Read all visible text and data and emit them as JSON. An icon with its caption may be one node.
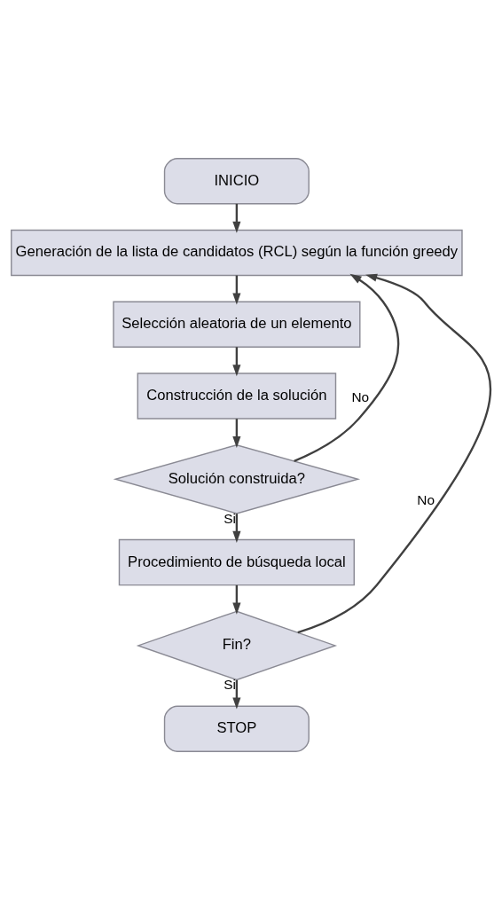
{
  "diagram": {
    "nodes": [
      {
        "text": [
          "INICIO"
        ]
      },
      {
        "text": [
          "Generación de la lista de candidatos (RCL) según la función greedy"
        ]
      },
      {
        "text": [
          "Selección aleatoria de un elemento"
        ]
      },
      {
        "text": [
          "Construcción de la solución"
        ]
      },
      {
        "text": [
          "Solución construida?"
        ]
      },
      {
        "text": [
          "Procedimiento de búsqueda local"
        ]
      },
      {
        "text": [
          "Fin?"
        ]
      },
      {
        "text": [
          "STOP"
        ]
      }
    ],
    "edges": [
      {
        "from": 0,
        "to": 1,
        "arrow": "to"
      },
      {
        "from": 1,
        "to": 2,
        "arrow": "to"
      },
      {
        "from": 2,
        "to": 3,
        "arrow": "to"
      },
      {
        "from": 3,
        "to": 4,
        "arrow": "to"
      },
      {
        "from": 4,
        "to": 1,
        "arrow": "to",
        "label": "No"
      },
      {
        "from": 4,
        "to": 5,
        "arrow": "to",
        "label": "Si"
      },
      {
        "from": 5,
        "to": 6,
        "arrow": "to"
      },
      {
        "from": 6,
        "to": 1,
        "arrow": "to",
        "label": "No"
      },
      {
        "from": 6,
        "to": 7,
        "arrow": "to",
        "label": "Si"
      }
    ]
  }
}
